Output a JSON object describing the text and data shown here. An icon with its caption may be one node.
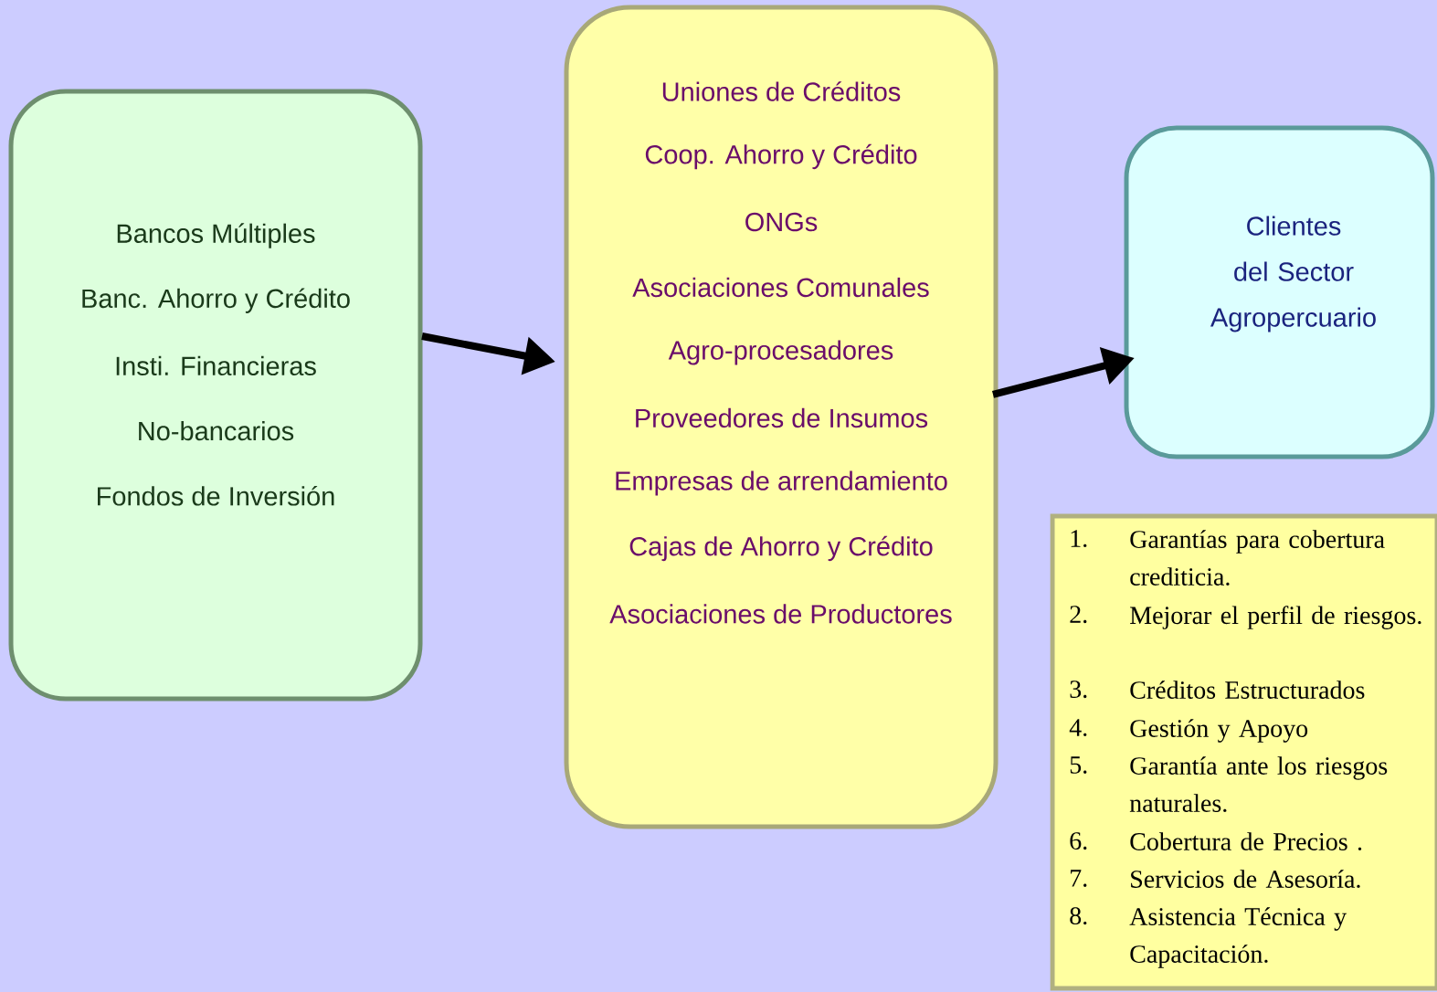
{
  "diagram": {
    "nodes": [
      {
        "text": [
          "Bancos Múltiples",
          "Banc. Ahorro y Crédito",
          "Insti. Financieras",
          "No-bancarios",
          "Fondos de Inversión"
        ]
      },
      {
        "text": [
          "Uniones de Créditos",
          "Coop. Ahorro y Crédito",
          "ONGs",
          "Asociaciones Comunales",
          "Agro-procesadores",
          "Proveedores de Insumos",
          "Empresas de arrendamiento",
          "Cajas de Ahorro y Crédito",
          "Asociaciones de Productores"
        ]
      },
      {
        "text": [
          "Clientes del Sector Agropercuario"
        ]
      },
      {
        "text": [
          "1.",
          "Garantías para cobertura crediticia.",
          "2.",
          "Mejorar el perfil de riesgos.",
          "3.",
          "Créditos Estructurados",
          "4.",
          "Gestión y Apoyo",
          "5.",
          "Garantía ante los riesgos naturales.",
          "6.",
          "Cobertura de Precios .",
          "7.",
          "Servicios de Asesoría.",
          "8.",
          "Asistencia Técnica y Capacitación."
        ]
      }
    ],
    "edges": [
      {
        "from": 0,
        "to": 1,
        "arrow": "to"
      },
      {
        "from": 1,
        "to": 2,
        "arrow": "to"
      }
    ]
  }
}
